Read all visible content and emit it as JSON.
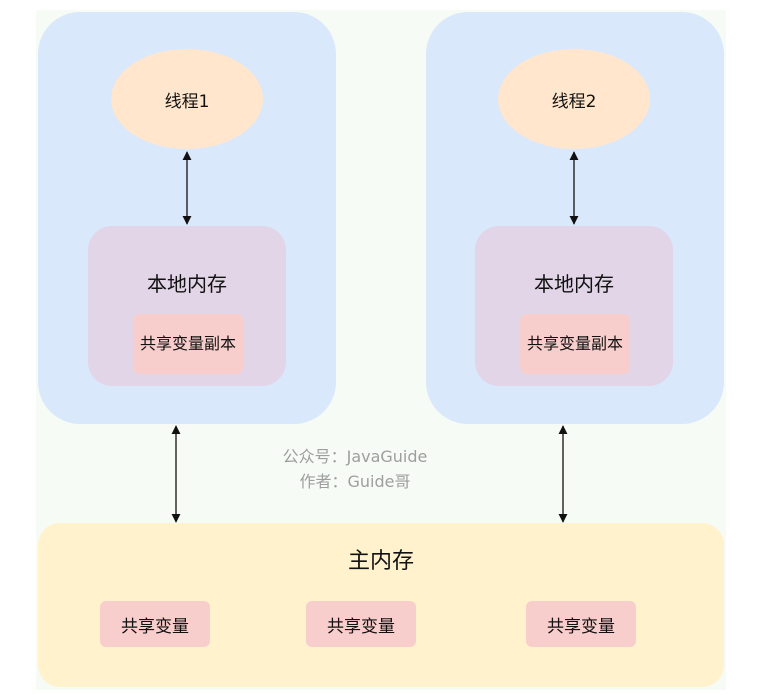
{
  "diagram": {
    "threads": [
      {
        "label": "线程1",
        "local_memory": {
          "title": "本地内存",
          "copy_label": "共享变量副本"
        }
      },
      {
        "label": "线程2",
        "local_memory": {
          "title": "本地内存",
          "copy_label": "共享变量副本"
        }
      }
    ],
    "main_memory": {
      "title": "主内存",
      "shared_variables": [
        "共享变量",
        "共享变量",
        "共享变量"
      ]
    },
    "watermark": {
      "line1": "公众号：JavaGuide",
      "line2": "作者：Guide哥"
    },
    "colors": {
      "thread_panel": "#dae8fc",
      "thread_ellipse": "#ffe6cc",
      "local_memory": "#e1d5e7",
      "variable_box": "#f8cecc",
      "main_memory": "#fff2cc"
    }
  }
}
